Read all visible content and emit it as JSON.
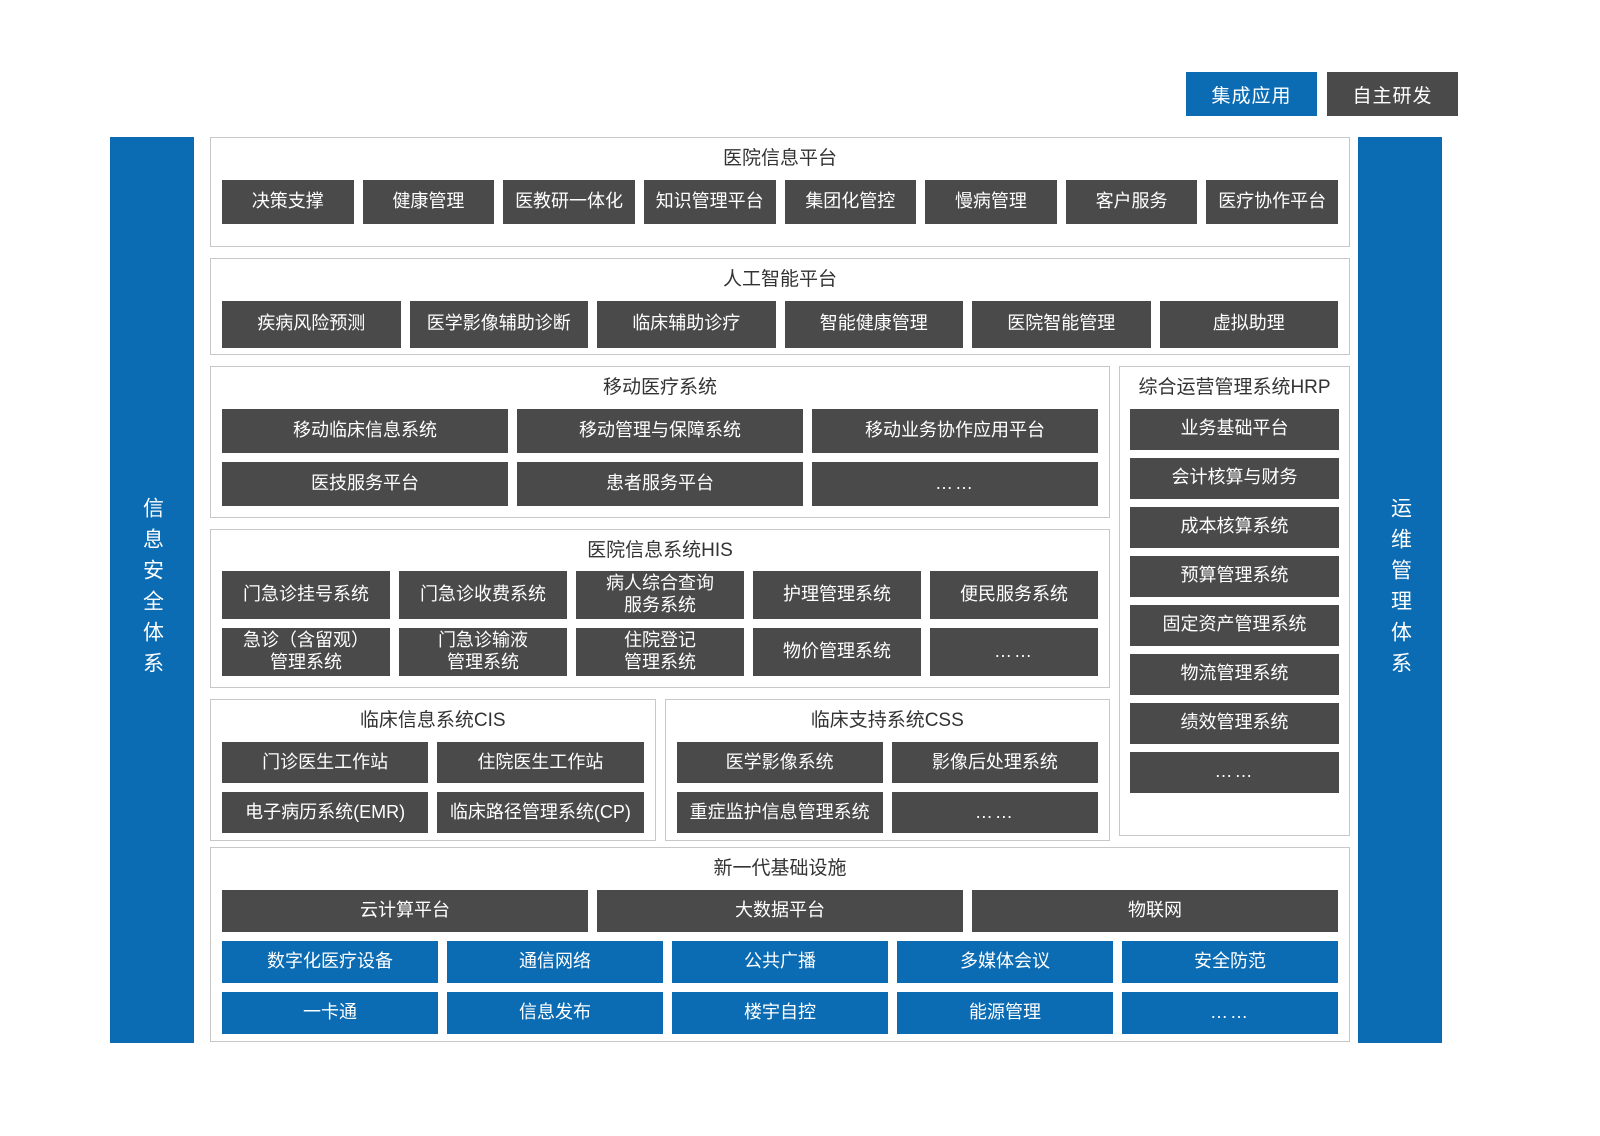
{
  "legend": {
    "integrated_label": "集成应用",
    "self_developed_label": "自主研发"
  },
  "sidebars": {
    "left_label": "信息安全体系",
    "right_label": "运维管理体系"
  },
  "colors": {
    "blue": "#0b6cb3",
    "dark_gray": "#4a4a4a",
    "panel_border": "#c8c8c8",
    "background": "#ffffff"
  },
  "bands": {
    "hospital_platform": {
      "title": "医院信息平台",
      "items": [
        "决策支撑",
        "健康管理",
        "医教研一体化",
        "知识管理平台",
        "集团化管控",
        "慢病管理",
        "客户服务",
        "医疗协作平台"
      ]
    },
    "ai_platform": {
      "title": "人工智能平台",
      "items": [
        "疾病风险预测",
        "医学影像辅助诊断",
        "临床辅助诊疗",
        "智能健康管理",
        "医院智能管理",
        "虚拟助理"
      ]
    },
    "mobile_medical": {
      "title": "移动医疗系统",
      "row1": [
        "移动临床信息系统",
        "移动管理与保障系统",
        "移动业务协作应用平台"
      ],
      "row2": [
        "医技服务平台",
        "患者服务平台",
        "……"
      ]
    },
    "his": {
      "title": "医院信息系统HIS",
      "row1": [
        "门急诊挂号系统",
        "门急诊收费系统",
        "病人综合查询\n服务系统",
        "护理管理系统",
        "便民服务系统"
      ],
      "row2": [
        "急诊（含留观）\n管理系统",
        "门急诊输液\n管理系统",
        "住院登记\n管理系统",
        "物价管理系统",
        "……"
      ]
    },
    "cis": {
      "title": "临床信息系统CIS",
      "row1": [
        "门诊医生工作站",
        "住院医生工作站"
      ],
      "row2": [
        "电子病历系统(EMR)",
        "临床路径管理系统(CP)"
      ]
    },
    "css": {
      "title": "临床支持系统CSS",
      "row1": [
        "医学影像系统",
        "影像后处理系统"
      ],
      "row2": [
        "重症监护信息管理系统",
        "……"
      ]
    },
    "hrp": {
      "title": "综合运营管理系统HRP",
      "items": [
        "业务基础平台",
        "会计核算与财务",
        "成本核算系统",
        "预算管理系统",
        "固定资产管理系统",
        "物流管理系统",
        "绩效管理系统",
        "……"
      ]
    },
    "infrastructure": {
      "title": "新一代基础设施",
      "row1": [
        "云计算平台",
        "大数据平台",
        "物联网"
      ],
      "row2": [
        "数字化医疗设备",
        "通信网络",
        "公共广播",
        "多媒体会议",
        "安全防范"
      ],
      "row3": [
        "一卡通",
        "信息发布",
        "楼宇自控",
        "能源管理",
        "……"
      ]
    }
  }
}
